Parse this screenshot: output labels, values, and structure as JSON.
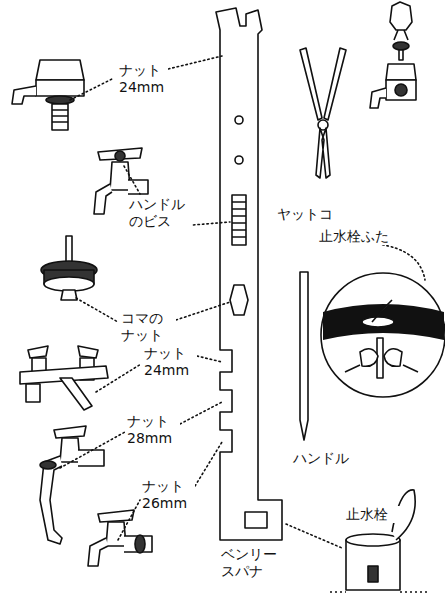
{
  "diagram": {
    "labels": [
      "ナット 24mm",
      "ハンドル のビス",
      "コマの ナット",
      "ナット 24mm",
      "ナット 28mm",
      "ナット 26mm",
      "ベンリー スパナ",
      "ヤットコ",
      "止水栓ふた",
      "ハンドル",
      "止水栓"
    ]
  }
}
